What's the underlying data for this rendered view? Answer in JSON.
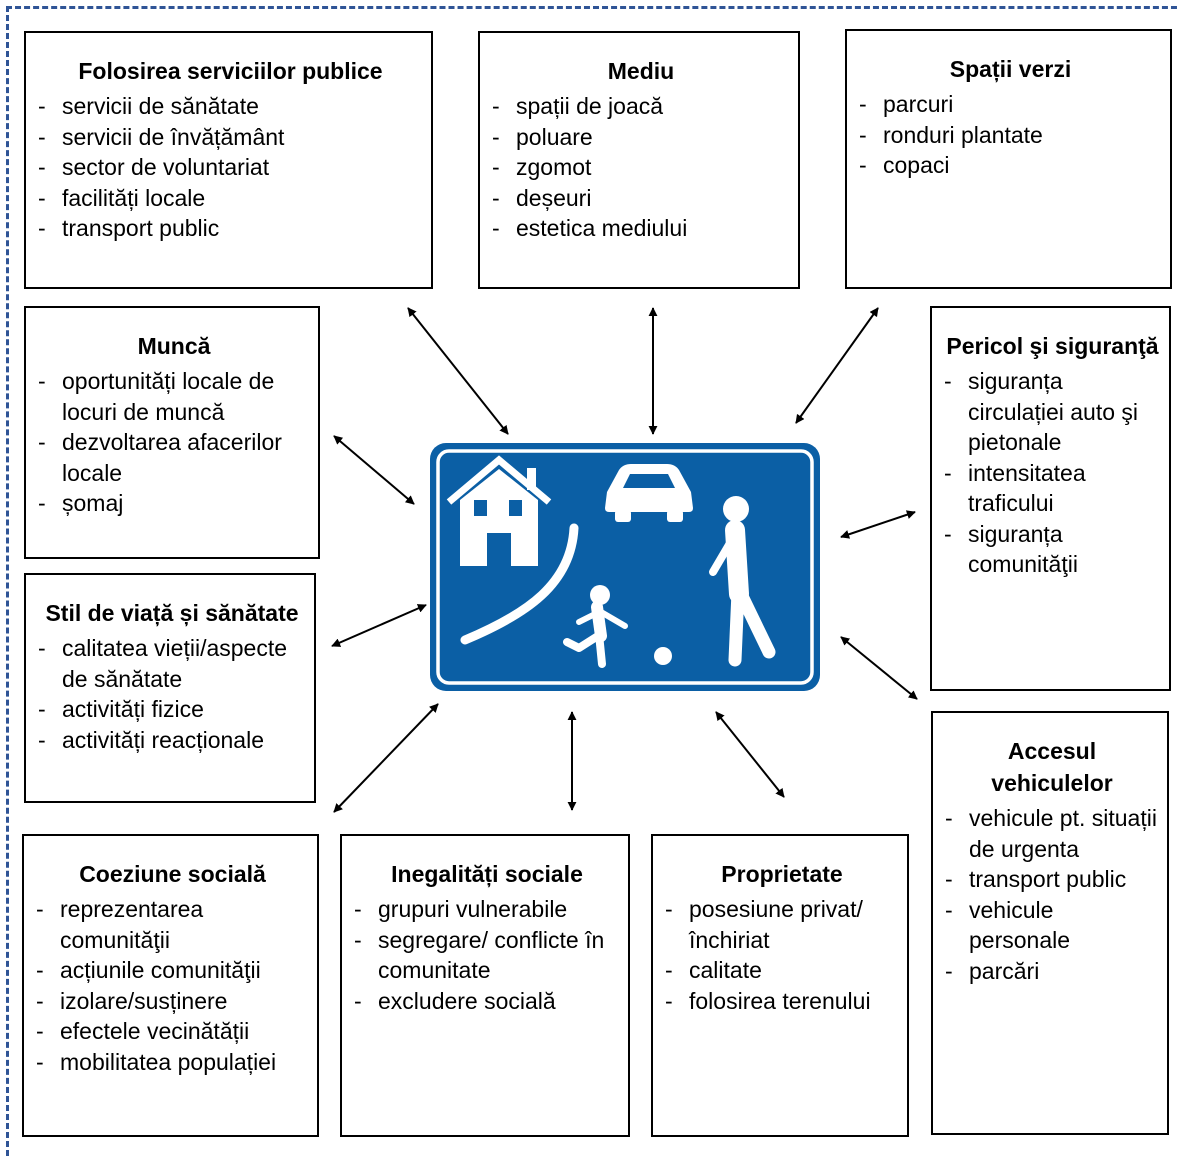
{
  "boxes": {
    "servicii": {
      "title": "Folosirea serviciilor publice",
      "items": [
        "servicii de sănătate",
        "servicii de învățământ",
        "sector de voluntariat",
        "facilități locale",
        "transport public"
      ]
    },
    "mediu": {
      "title": "Mediu",
      "items": [
        "spații de joacă",
        "poluare",
        "zgomot",
        "deșeuri",
        "estetica mediului"
      ]
    },
    "verzi": {
      "title": "Spații verzi",
      "items": [
        "parcuri",
        "ronduri plantate",
        "copaci"
      ]
    },
    "munca": {
      "title": "Muncă",
      "items": [
        "oportunități locale de locuri de muncă",
        "dezvoltarea afacerilor locale",
        "șomaj"
      ]
    },
    "pericol": {
      "title": "Pericol şi siguranţă",
      "items": [
        "siguranța circulației auto şi pietonale",
        "intensitatea traficului",
        "siguranța comunităţii"
      ]
    },
    "stil": {
      "title": "Stil de viață și sănătate",
      "items": [
        "calitatea vieții/aspecte de sănătate",
        "activități fizice",
        "activități reacționale"
      ]
    },
    "acces": {
      "title": "Accesul vehiculelor",
      "items": [
        "vehicule pt. situații de urgenta",
        "transport public",
        "vehicule personale",
        "parcări"
      ]
    },
    "coeziune": {
      "title": "Coeziune socială",
      "items": [
        "reprezentarea comunităţii",
        "acțiunile comunităţii",
        "izolare/susținere",
        "efectele vecinătății",
        "mobilitatea populației"
      ]
    },
    "inegalitati": {
      "title": "Inegalități sociale",
      "items": [
        "grupuri vulnerabile",
        "segregare/ conflicte în comunitate",
        "excludere socială"
      ]
    },
    "proprietate": {
      "title": "Proprietate",
      "items": [
        "posesiune privat/închiriat",
        "calitate",
        "folosirea terenului"
      ]
    }
  },
  "colors": {
    "sign_blue": "#0b5fa5",
    "frame_dash": "#2f5496"
  },
  "sign": {
    "icons": [
      "house-icon",
      "car-icon",
      "child-icon",
      "ball-icon",
      "pedestrian-icon"
    ]
  }
}
